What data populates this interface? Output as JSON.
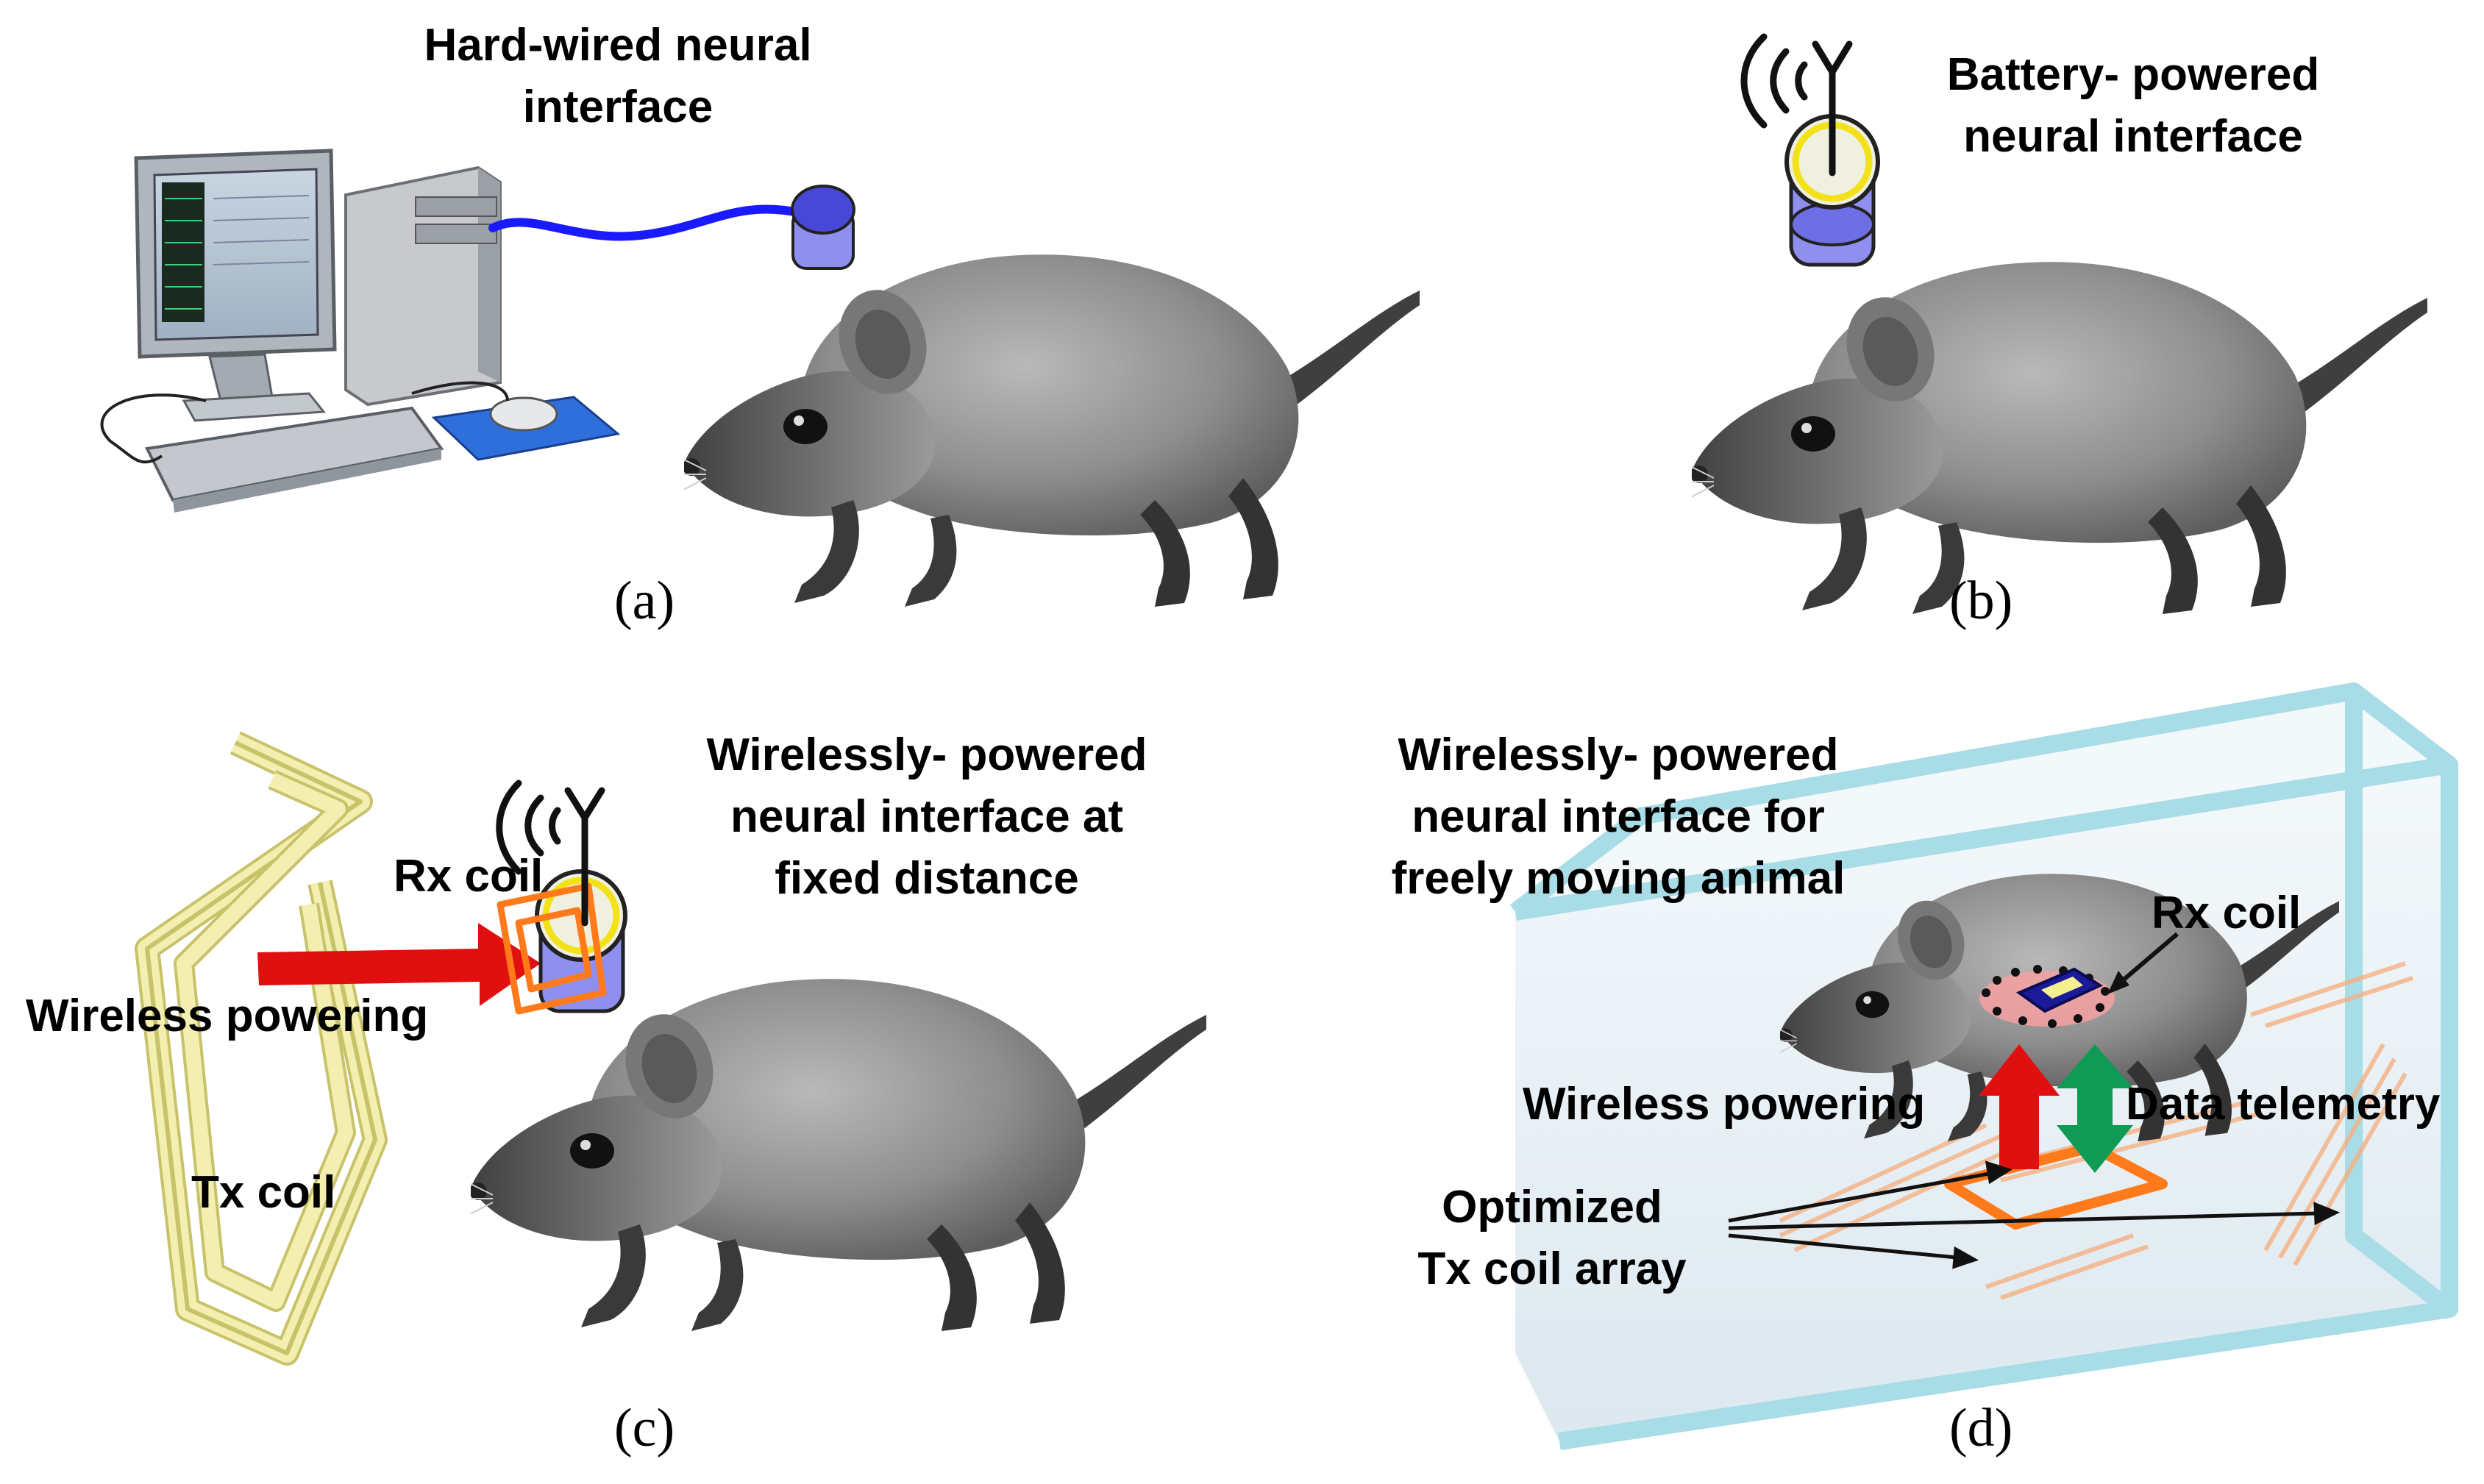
{
  "panel_a": {
    "title_lines": [
      "Hard-wired neural",
      "interface"
    ],
    "caption": "(a)"
  },
  "panel_b": {
    "title_lines": [
      "Battery- powered",
      "neural interface"
    ],
    "caption": "(b)"
  },
  "panel_c": {
    "title_lines": [
      "Wirelessly- powered",
      "neural interface at",
      "fixed distance"
    ],
    "rx_label": "Rx coil",
    "power_label": "Wireless powering",
    "tx_label": "Tx coil",
    "caption": "(c)"
  },
  "panel_d": {
    "title_lines": [
      "Wirelessly- powered",
      "neural interface for",
      "freely moving animal"
    ],
    "rx_label": "Rx coil",
    "power_label": "Wireless powering",
    "telemetry_label": "Data telemetry",
    "tx_array_lines": [
      "Optimized",
      "Tx coil array"
    ],
    "caption": "(d)"
  },
  "colors": {
    "wire": "#1a1aff",
    "electrode": "#8080ee",
    "coil_yellow": "#e8e870",
    "rx_orange": "#ff7a1a",
    "power_red": "#e01010",
    "telemetry_green": "#0f9a55",
    "cage_edge": "#a8dce6"
  }
}
